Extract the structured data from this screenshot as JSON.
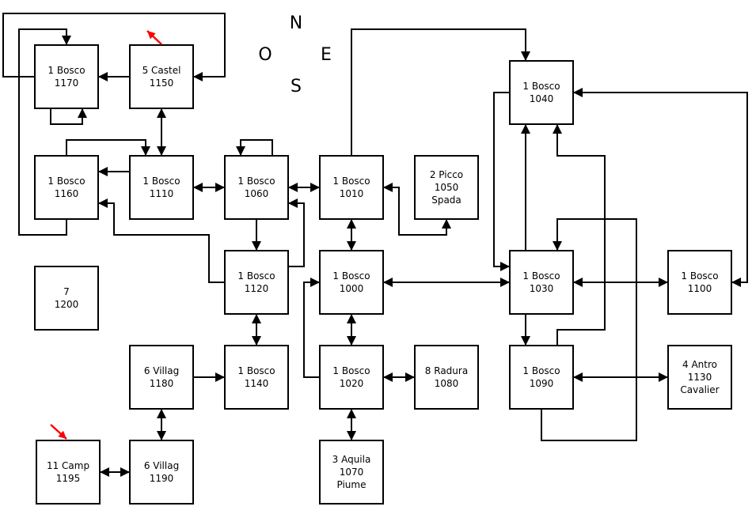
{
  "title": "Room map",
  "compass": {
    "north": "N",
    "west": "O",
    "east": "E",
    "south": "S"
  },
  "colors": {
    "line": "#000000",
    "marker": "#ff0000",
    "box_fill": "#ffffff"
  },
  "nodes": [
    {
      "id": "1170",
      "lines": [
        "1 Bosco",
        "1170"
      ]
    },
    {
      "id": "1150",
      "lines": [
        "5 Castel",
        "1150"
      ]
    },
    {
      "id": "1160",
      "lines": [
        "1 Bosco",
        "1160"
      ]
    },
    {
      "id": "1110",
      "lines": [
        "1 Bosco",
        "1110"
      ]
    },
    {
      "id": "1060",
      "lines": [
        "1 Bosco",
        "1060"
      ]
    },
    {
      "id": "1010",
      "lines": [
        "1 Bosco",
        "1010"
      ]
    },
    {
      "id": "1050",
      "lines": [
        "2 Picco",
        "1050",
        "Spada"
      ]
    },
    {
      "id": "1040",
      "lines": [
        "1 Bosco",
        "1040"
      ]
    },
    {
      "id": "1200",
      "lines": [
        "7",
        "1200"
      ]
    },
    {
      "id": "1120",
      "lines": [
        "1 Bosco",
        "1120"
      ]
    },
    {
      "id": "1000",
      "lines": [
        "1 Bosco",
        "1000"
      ]
    },
    {
      "id": "1030",
      "lines": [
        "1 Bosco",
        "1030"
      ]
    },
    {
      "id": "1100",
      "lines": [
        "1 Bosco",
        "1100"
      ]
    },
    {
      "id": "1180",
      "lines": [
        "6 Villag",
        "1180"
      ]
    },
    {
      "id": "1140",
      "lines": [
        "1 Bosco",
        "1140"
      ]
    },
    {
      "id": "1020",
      "lines": [
        "1 Bosco",
        "1020"
      ]
    },
    {
      "id": "1080",
      "lines": [
        "8 Radura",
        "1080"
      ]
    },
    {
      "id": "1090",
      "lines": [
        "1 Bosco",
        "1090"
      ]
    },
    {
      "id": "1130",
      "lines": [
        "4 Antro",
        "1130",
        "Cavalier"
      ]
    },
    {
      "id": "1195",
      "lines": [
        "11 Camp",
        "1195"
      ]
    },
    {
      "id": "1190",
      "lines": [
        "6 Villag",
        "1190"
      ]
    },
    {
      "id": "1070",
      "lines": [
        "3 Aquila",
        "1070",
        "Piume"
      ]
    }
  ],
  "edges": [
    {
      "from": "1150",
      "to": "1170",
      "dir": "one-way"
    },
    {
      "from": "1170",
      "to": "1150",
      "dir": "one-way",
      "route": "loop-top"
    },
    {
      "from": "1160",
      "to": "1170",
      "dir": "one-way",
      "route": "loop-left"
    },
    {
      "from": "1170",
      "to": "1170",
      "dir": "self"
    },
    {
      "from": "1150",
      "to": "1110",
      "dir": "two-way"
    },
    {
      "from": "1110",
      "to": "1160",
      "dir": "one-way"
    },
    {
      "from": "1160",
      "to": "1110",
      "dir": "one-way",
      "route": "over-top"
    },
    {
      "from": "1110",
      "to": "1060",
      "dir": "two-way"
    },
    {
      "from": "1060",
      "to": "1060",
      "dir": "self"
    },
    {
      "from": "1060",
      "to": "1010",
      "dir": "two-way"
    },
    {
      "from": "1060",
      "to": "1120",
      "dir": "one-way"
    },
    {
      "from": "1120",
      "to": "1060",
      "dir": "one-way"
    },
    {
      "from": "1120",
      "to": "1160",
      "dir": "one-way"
    },
    {
      "from": "1050",
      "to": "1010",
      "dir": "two-way"
    },
    {
      "from": "1010",
      "to": "1040",
      "dir": "one-way"
    },
    {
      "from": "1010",
      "to": "1000",
      "dir": "two-way"
    },
    {
      "from": "1000",
      "to": "1030",
      "dir": "two-way"
    },
    {
      "from": "1000",
      "to": "1020",
      "dir": "two-way"
    },
    {
      "from": "1020",
      "to": "1000",
      "dir": "one-way"
    },
    {
      "from": "1040",
      "to": "1030",
      "dir": "one-way"
    },
    {
      "from": "1030",
      "to": "1040",
      "dir": "one-way"
    },
    {
      "from": "1090",
      "to": "1040",
      "dir": "one-way"
    },
    {
      "from": "1040",
      "to": "1100",
      "dir": "two-way"
    },
    {
      "from": "1030",
      "to": "1100",
      "dir": "two-way"
    },
    {
      "from": "1030",
      "to": "1090",
      "dir": "one-way"
    },
    {
      "from": "1090",
      "to": "1030",
      "dir": "one-way"
    },
    {
      "from": "1090",
      "to": "1130",
      "dir": "two-way"
    },
    {
      "from": "1120",
      "to": "1140",
      "dir": "two-way"
    },
    {
      "from": "1180",
      "to": "1140",
      "dir": "one-way"
    },
    {
      "from": "1180",
      "to": "1190",
      "dir": "two-way"
    },
    {
      "from": "1195",
      "to": "1190",
      "dir": "two-way"
    },
    {
      "from": "1020",
      "to": "1080",
      "dir": "two-way"
    },
    {
      "from": "1020",
      "to": "1070",
      "dir": "two-way"
    }
  ],
  "markers": [
    {
      "near": "1150",
      "meaning": "highlight"
    },
    {
      "near": "1195",
      "meaning": "highlight"
    }
  ]
}
